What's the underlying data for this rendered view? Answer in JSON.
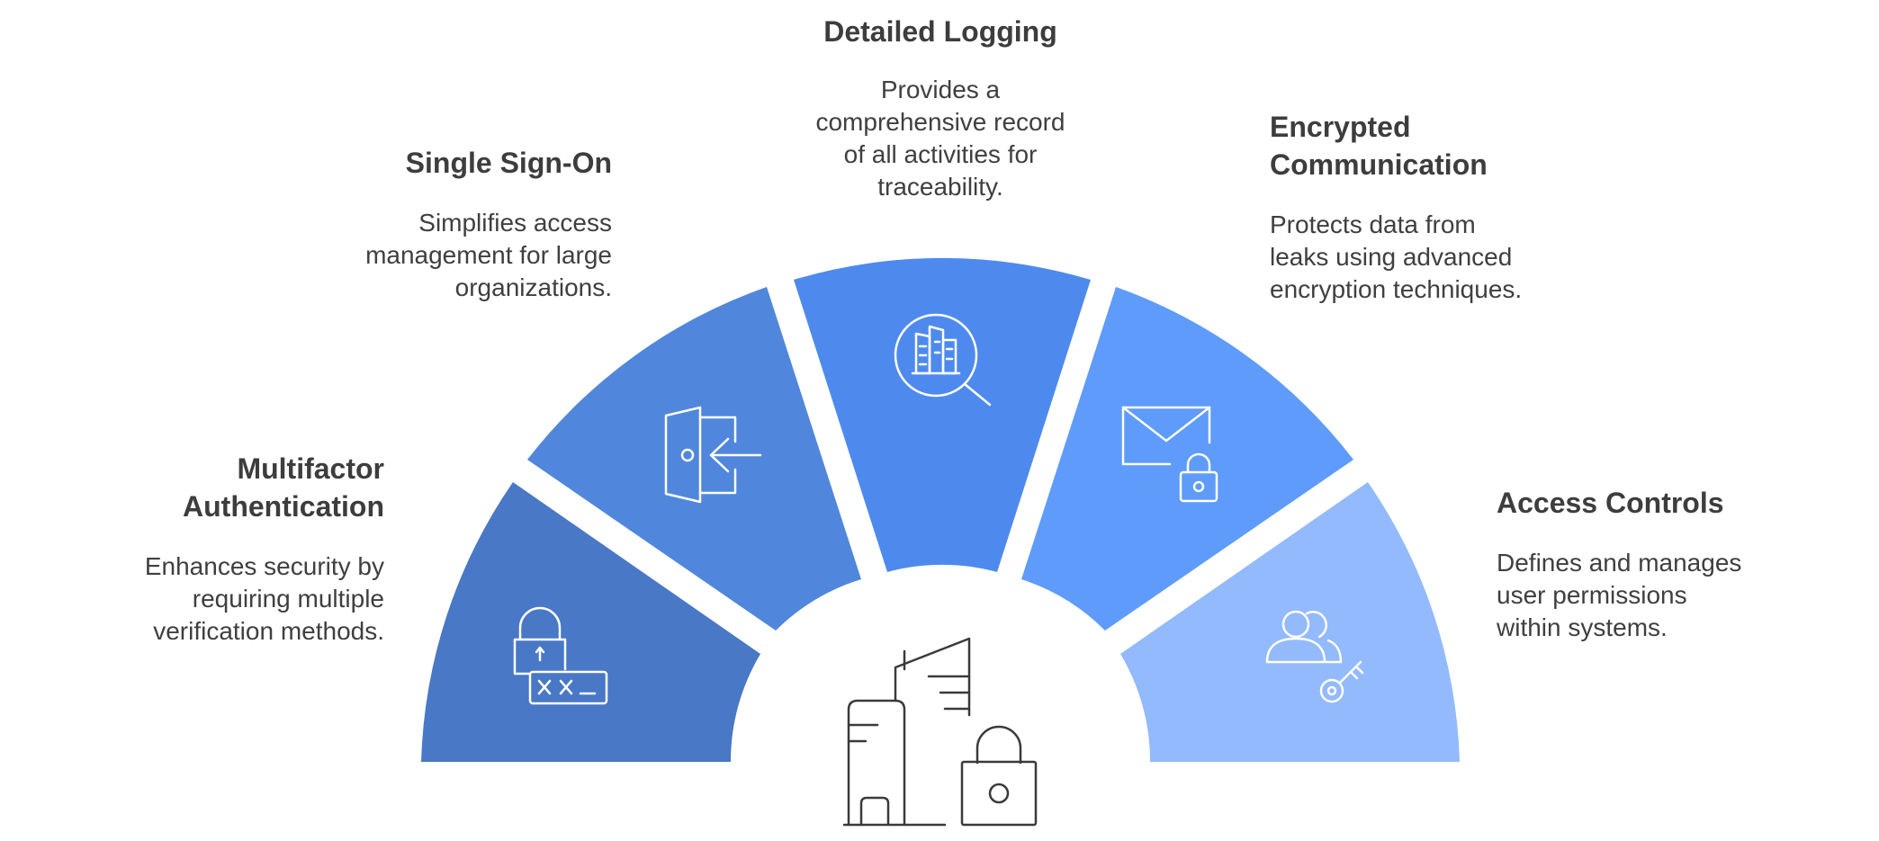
{
  "center_icon": "city-buildings-lock-icon",
  "colors": {
    "segment_1": "#4878c6",
    "segment_2": "#5087dc",
    "segment_3": "#4e8aee",
    "segment_4": "#5e9bfa",
    "segment_5": "#93bafd",
    "icon_stroke": "#ffffff",
    "center_stroke": "#3a3a3a",
    "text": "#3d3d3d"
  },
  "segments": [
    {
      "title": "Multifactor Authentication",
      "title_line1": "Multifactor",
      "title_line2": "Authentication",
      "description_lines": [
        "Enhances security by",
        "requiring multiple",
        "verification methods."
      ],
      "icon": "lock-password-icon"
    },
    {
      "title": "Single Sign-On",
      "description_lines": [
        "Simplifies access",
        "management for large",
        "organizations."
      ],
      "icon": "door-login-icon"
    },
    {
      "title": "Detailed Logging",
      "description_lines": [
        "Provides a",
        "comprehensive record",
        "of all activities for",
        "traceability."
      ],
      "icon": "magnify-buildings-icon"
    },
    {
      "title": "Encrypted Communication",
      "title_line1": "Encrypted",
      "title_line2": "Communication",
      "description_lines": [
        "Protects data from",
        "leaks using advanced",
        "encryption techniques."
      ],
      "icon": "envelope-lock-icon"
    },
    {
      "title": "Access Controls",
      "description_lines": [
        "Defines and manages",
        "user permissions",
        "within systems."
      ],
      "icon": "users-key-icon"
    }
  ]
}
